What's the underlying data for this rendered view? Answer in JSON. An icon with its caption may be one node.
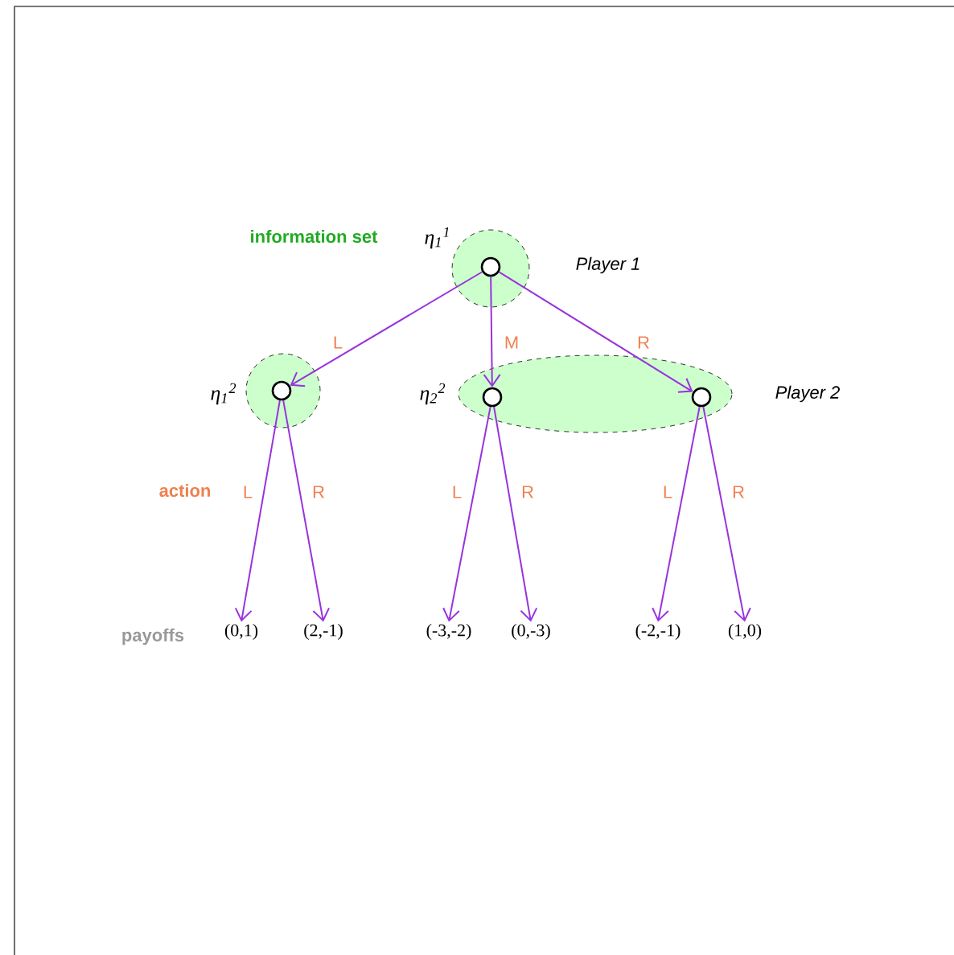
{
  "diagram": {
    "nodes": [
      {
        "text": [],
        "shape": "circle",
        "beside": [
          "η$_{1}$$^{1}$",
          "Player 1"
        ]
      },
      {
        "text": [],
        "shape": "circle",
        "in": 0
      },
      {
        "text": [],
        "shape": "circle",
        "beside": [
          "η$_{1}$$^{2}$"
        ]
      },
      {
        "text": [],
        "shape": "circle",
        "in": 2
      },
      {
        "text": [],
        "shape": "circle",
        "beside": [
          "η$_{2}$$^{2}$",
          "Player 2"
        ]
      },
      {
        "text": [],
        "shape": "circle",
        "in": 4
      },
      {
        "text": [],
        "shape": "circle",
        "in": 4
      },
      {
        "text": [
          "(0,1)"
        ]
      },
      {
        "text": [
          "(2,-1)"
        ]
      },
      {
        "text": [
          "(-3,-2)"
        ]
      },
      {
        "text": [
          "(0,-3)"
        ]
      },
      {
        "text": [
          "(-2,-1)"
        ]
      },
      {
        "text": [
          "(1,0)"
        ]
      }
    ],
    "edges": [
      {
        "from": 1,
        "to": 3,
        "arrow": "to",
        "label": "L"
      },
      {
        "from": 1,
        "to": 5,
        "arrow": "to",
        "label": "M"
      },
      {
        "from": 1,
        "to": 6,
        "arrow": "to",
        "label": "R"
      },
      {
        "from": 3,
        "to": 7,
        "arrow": "to",
        "label": "L"
      },
      {
        "from": 3,
        "to": 8,
        "arrow": "to",
        "label": "R"
      },
      {
        "from": 5,
        "to": 9,
        "arrow": "to",
        "label": "L"
      },
      {
        "from": 5,
        "to": 10,
        "arrow": "to",
        "label": "R"
      },
      {
        "from": 6,
        "to": 11,
        "arrow": "to",
        "label": "L"
      },
      {
        "from": 6,
        "to": 12,
        "arrow": "to",
        "label": "R"
      }
    ],
    "labels": [
      "information set",
      "action",
      "payoffs"
    ]
  }
}
